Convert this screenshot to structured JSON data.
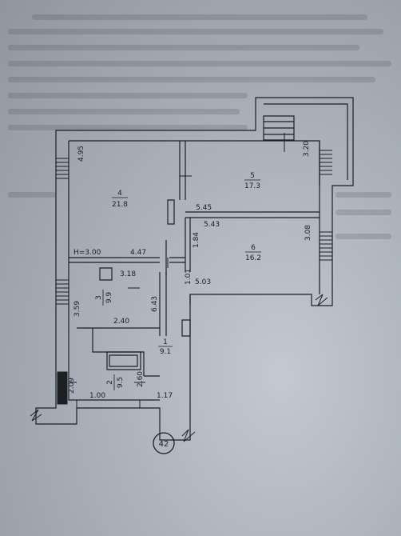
{
  "rooms": [
    {
      "number": "4",
      "area": "21.8"
    },
    {
      "number": "5",
      "area": "17.3"
    },
    {
      "number": "6",
      "area": "16.2"
    },
    {
      "number": "3",
      "area": "9.9"
    },
    {
      "number": "2",
      "area": "9.5"
    },
    {
      "number": "1",
      "area": "9.1"
    }
  ],
  "dimensions": {
    "d495": "4.95",
    "d320": "3.20",
    "d545": "5.45",
    "d543": "5.43",
    "d308": "3.08",
    "d184": "1.84",
    "h300": "H=3.00",
    "d447": "4.47",
    "d318": "3.18",
    "d503": "5.03",
    "d101": "1.01",
    "d359": "3.59",
    "d643": "6.43",
    "d240": "2.40",
    "d209": "2.09",
    "d260": "2.60",
    "d100": "1.00",
    "d117": "1.17"
  },
  "badge": "42",
  "colors": {
    "ink": "#1c1f24",
    "paper": "#b8c0c9",
    "shadow": "#8c929a"
  }
}
